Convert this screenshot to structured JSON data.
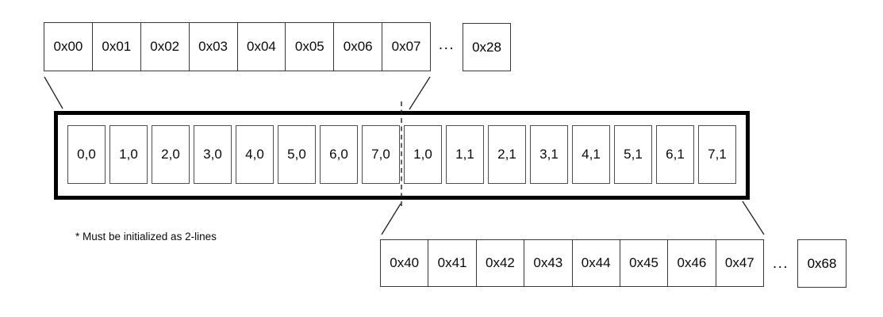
{
  "top_row": {
    "cells": [
      "0x00",
      "0x01",
      "0x02",
      "0x03",
      "0x04",
      "0x05",
      "0x06",
      "0x07"
    ],
    "ellipsis": "...",
    "tail": "0x28"
  },
  "buffer": {
    "cells": [
      "0,0",
      "1,0",
      "2,0",
      "3,0",
      "4,0",
      "5,0",
      "6,0",
      "7,0",
      "1,0",
      "1,1",
      "2,1",
      "3,1",
      "4,1",
      "5,1",
      "6,1",
      "7,1"
    ]
  },
  "bottom_row": {
    "cells": [
      "0x40",
      "0x41",
      "0x42",
      "0x43",
      "0x44",
      "0x45",
      "0x46",
      "0x47"
    ],
    "ellipsis": "...",
    "tail": "0x68"
  },
  "footnote": "* Must be initialized as 2-lines",
  "colors": {
    "background": "#ffffff",
    "cell_border": "#383838",
    "buffer_cell_border": "#4f4f4f",
    "thick_border": "#000000",
    "connector_stroke": "#1f1f1f",
    "text": "#0a0a0a"
  }
}
